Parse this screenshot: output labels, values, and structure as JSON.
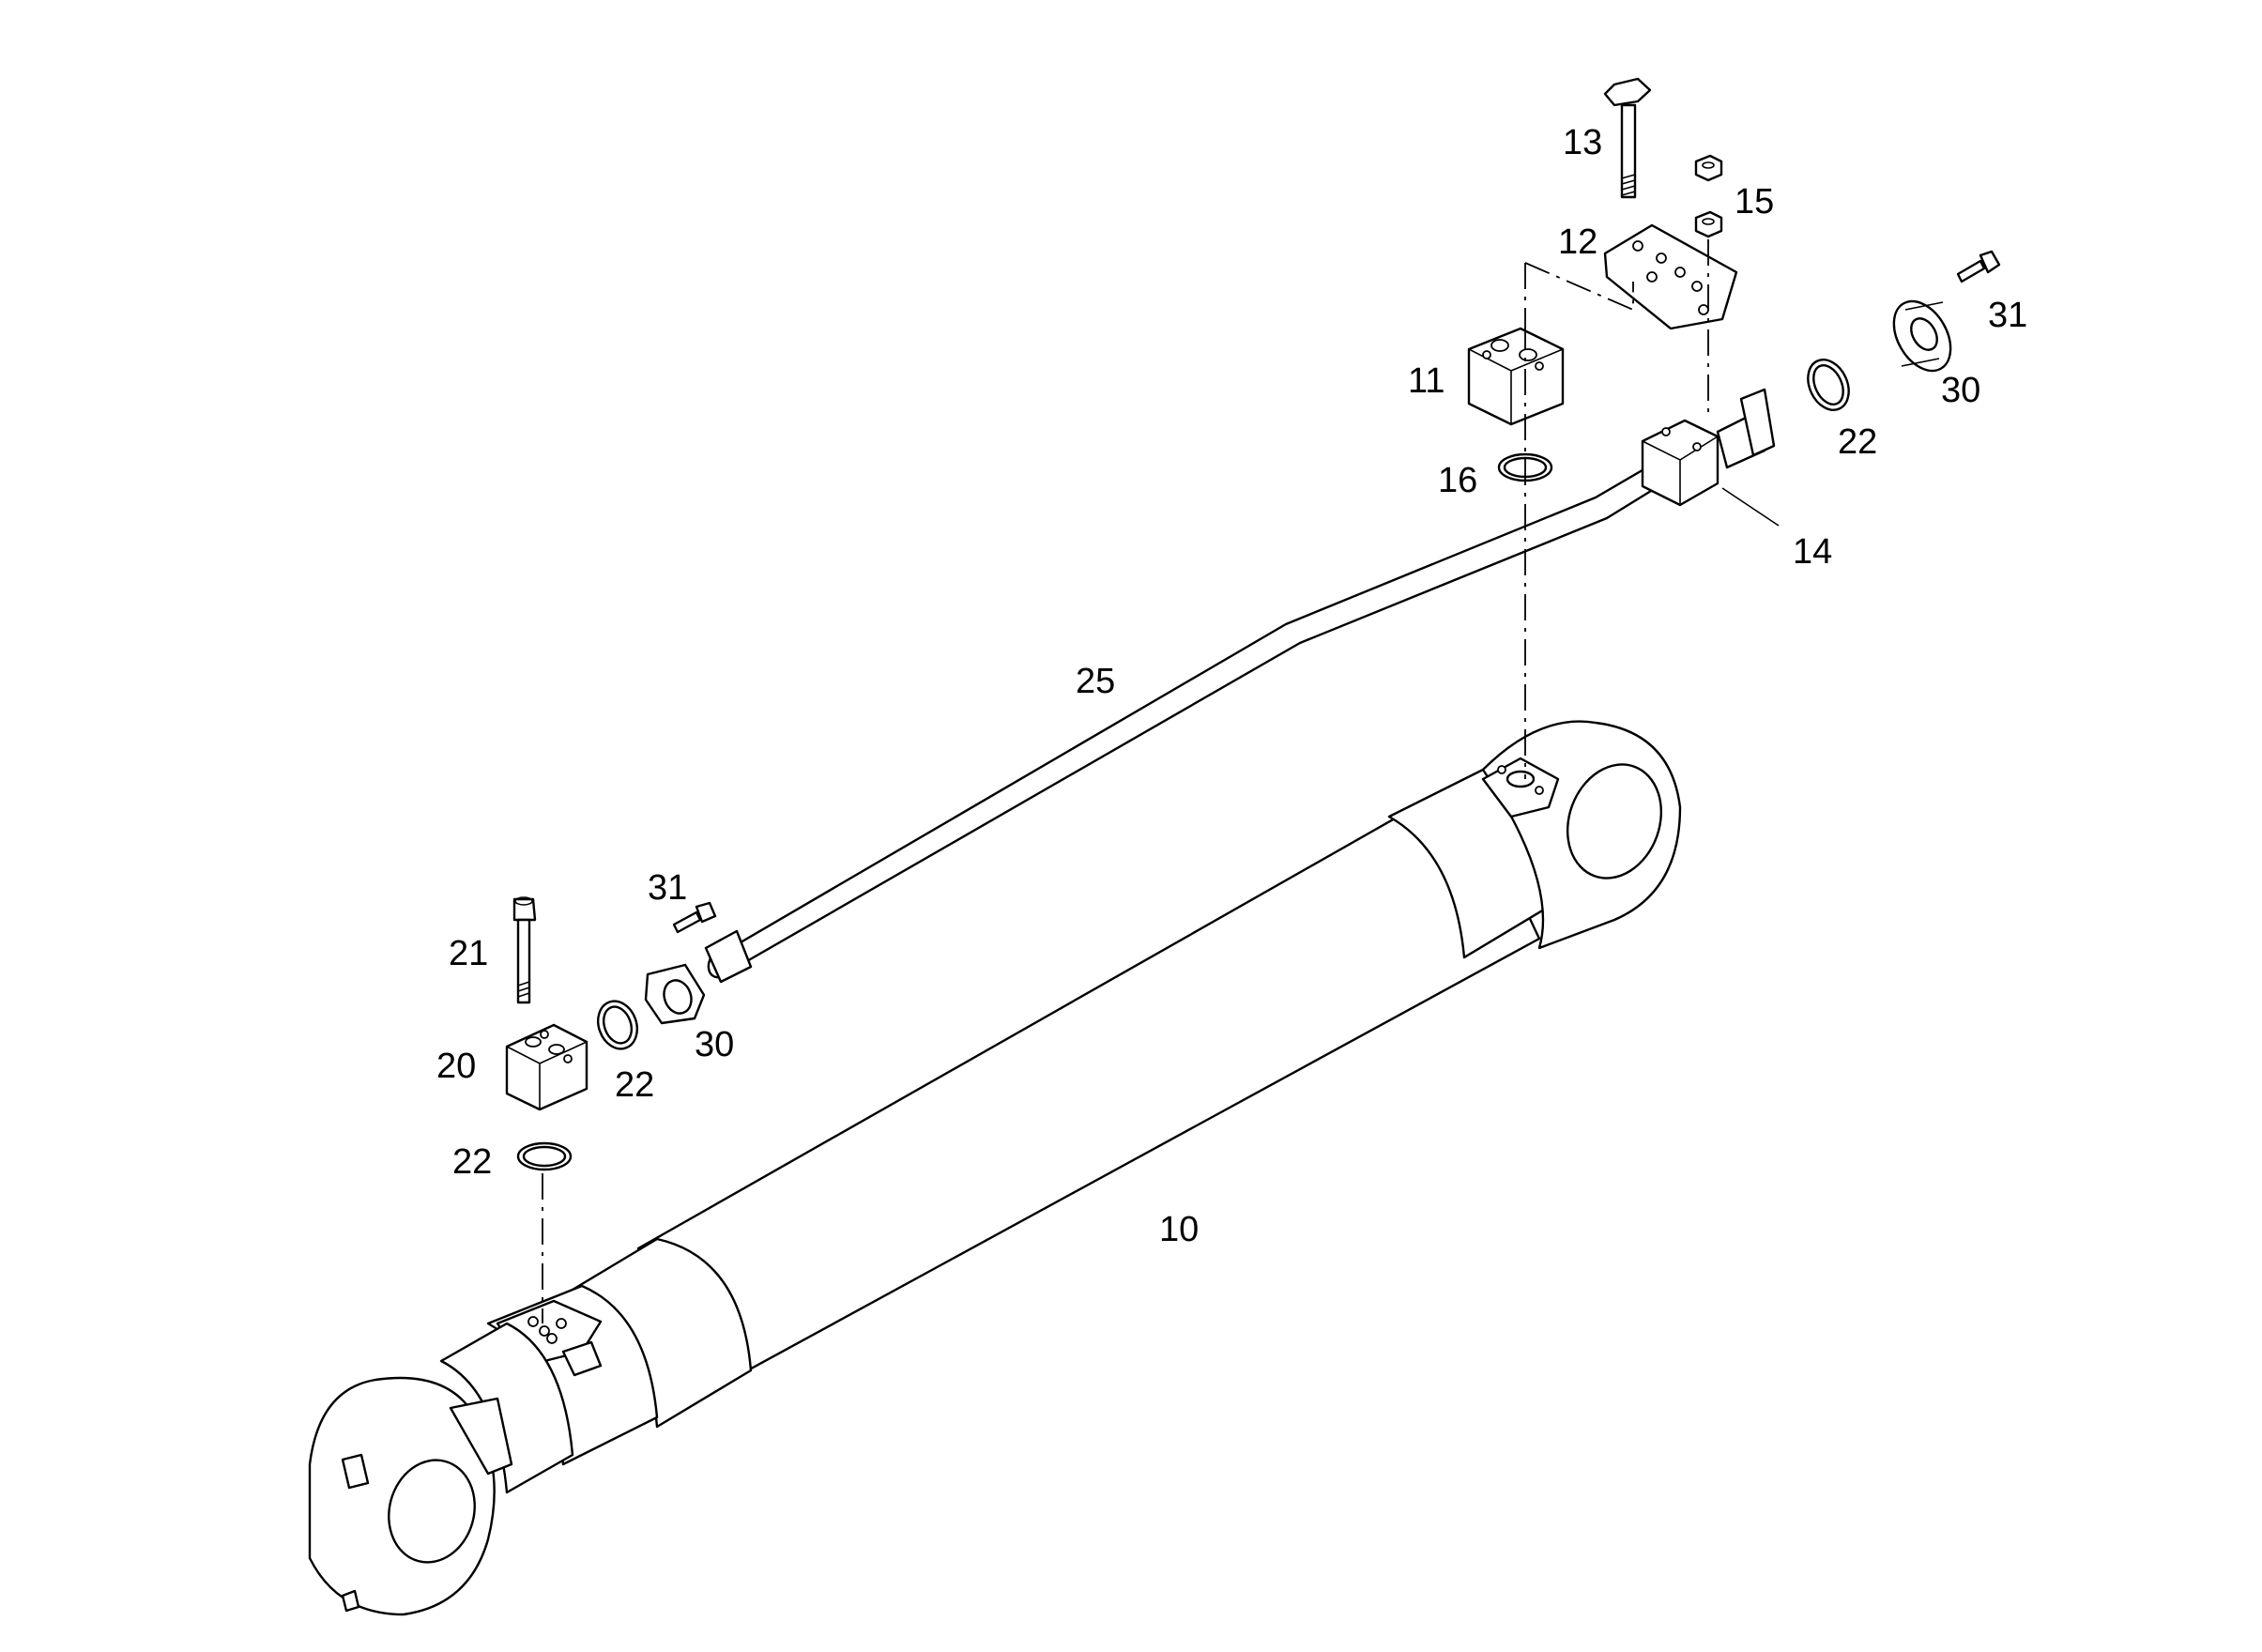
{
  "callouts": [
    {
      "id": "10",
      "label": "10"
    },
    {
      "id": "11",
      "label": "11"
    },
    {
      "id": "12",
      "label": "12"
    },
    {
      "id": "13",
      "label": "13"
    },
    {
      "id": "14",
      "label": "14"
    },
    {
      "id": "15",
      "label": "15"
    },
    {
      "id": "16",
      "label": "16"
    },
    {
      "id": "20",
      "label": "20"
    },
    {
      "id": "21",
      "label": "21"
    },
    {
      "id": "22a",
      "label": "22"
    },
    {
      "id": "22b",
      "label": "22"
    },
    {
      "id": "22c",
      "label": "22"
    },
    {
      "id": "25",
      "label": "25"
    },
    {
      "id": "30a",
      "label": "30"
    },
    {
      "id": "30b",
      "label": "30"
    },
    {
      "id": "31a",
      "label": "31"
    },
    {
      "id": "31b",
      "label": "31"
    }
  ]
}
